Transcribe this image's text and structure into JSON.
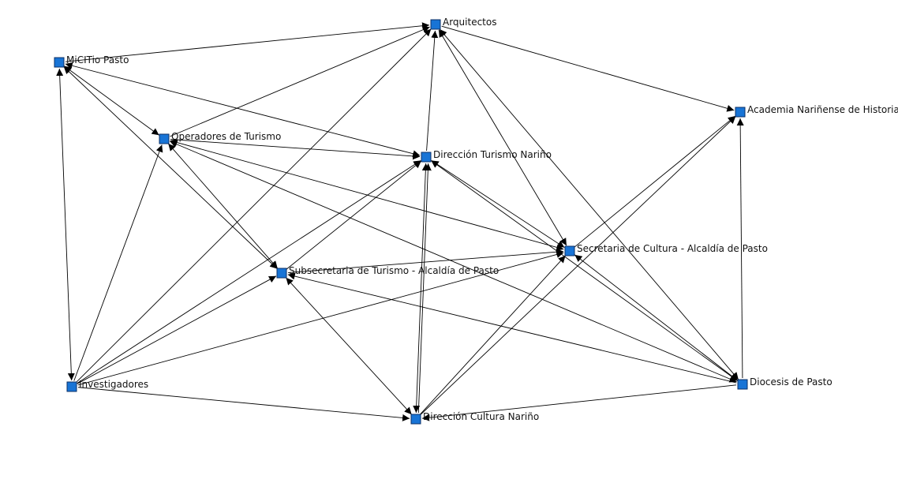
{
  "diagram": {
    "type": "directed-network",
    "node_color": "#1874d6",
    "edge_color": "#000000",
    "nodes": [
      {
        "id": "arquitectos",
        "label": "Arquitectos"
      },
      {
        "id": "micitio",
        "label": "MiCITio Pasto"
      },
      {
        "id": "academia",
        "label": "Academia Nariñense de Historia"
      },
      {
        "id": "operadores",
        "label": "Operadores de Turismo"
      },
      {
        "id": "dir_turismo",
        "label": "Dirección Turismo Nariño"
      },
      {
        "id": "secretaria",
        "label": "Secretaria de Cultura - Alcaldía de Pasto"
      },
      {
        "id": "subsecretaria",
        "label": "Subsecretaria de Turismo - Alcaldía de Pasto"
      },
      {
        "id": "investigadores",
        "label": "Investigadores"
      },
      {
        "id": "dir_cultura",
        "label": "Dirección Cultura Nariño"
      },
      {
        "id": "diocesis",
        "label": "Diocesis de Pasto"
      }
    ],
    "edges": [
      {
        "from": "micitio",
        "to": "arquitectos",
        "both": false
      },
      {
        "from": "micitio",
        "to": "operadores",
        "both": true
      },
      {
        "from": "micitio",
        "to": "dir_turismo",
        "both": true
      },
      {
        "from": "investigadores",
        "to": "micitio",
        "both": true
      },
      {
        "from": "micitio",
        "to": "subsecretaria",
        "both": true
      },
      {
        "from": "operadores",
        "to": "arquitectos",
        "both": false
      },
      {
        "from": "operadores",
        "to": "dir_turismo",
        "both": false
      },
      {
        "from": "operadores",
        "to": "secretaria",
        "both": true
      },
      {
        "from": "operadores",
        "to": "subsecretaria",
        "both": true
      },
      {
        "from": "operadores",
        "to": "diocesis",
        "both": true
      },
      {
        "from": "arquitectos",
        "to": "academia",
        "both": false
      },
      {
        "from": "dir_turismo",
        "to": "arquitectos",
        "both": false
      },
      {
        "from": "secretaria",
        "to": "arquitectos",
        "both": true
      },
      {
        "from": "diocesis",
        "to": "arquitectos",
        "both": true
      },
      {
        "from": "investigadores",
        "to": "arquitectos",
        "both": false
      },
      {
        "from": "investigadores",
        "to": "operadores",
        "both": false
      },
      {
        "from": "investigadores",
        "to": "dir_turismo",
        "both": false
      },
      {
        "from": "investigadores",
        "to": "subsecretaria",
        "both": false
      },
      {
        "from": "investigadores",
        "to": "secretaria",
        "both": false
      },
      {
        "from": "investigadores",
        "to": "dir_cultura",
        "both": false
      },
      {
        "from": "dir_turismo",
        "to": "dir_cultura",
        "both": true
      },
      {
        "from": "dir_cultura",
        "to": "dir_turismo",
        "both": false
      },
      {
        "from": "secretaria",
        "to": "dir_turismo",
        "both": true
      },
      {
        "from": "diocesis",
        "to": "dir_turismo",
        "both": true
      },
      {
        "from": "subsecretaria",
        "to": "dir_turismo",
        "both": false
      },
      {
        "from": "subsecretaria",
        "to": "dir_cultura",
        "both": true
      },
      {
        "from": "subsecretaria",
        "to": "secretaria",
        "both": false
      },
      {
        "from": "diocesis",
        "to": "subsecretaria",
        "both": false
      },
      {
        "from": "diocesis",
        "to": "academia",
        "both": false
      },
      {
        "from": "diocesis",
        "to": "secretaria",
        "both": true
      },
      {
        "from": "diocesis",
        "to": "dir_cultura",
        "both": false
      },
      {
        "from": "dir_cultura",
        "to": "secretaria",
        "both": false
      },
      {
        "from": "dir_cultura",
        "to": "academia",
        "both": false
      },
      {
        "from": "secretaria",
        "to": "academia",
        "both": false
      }
    ]
  }
}
